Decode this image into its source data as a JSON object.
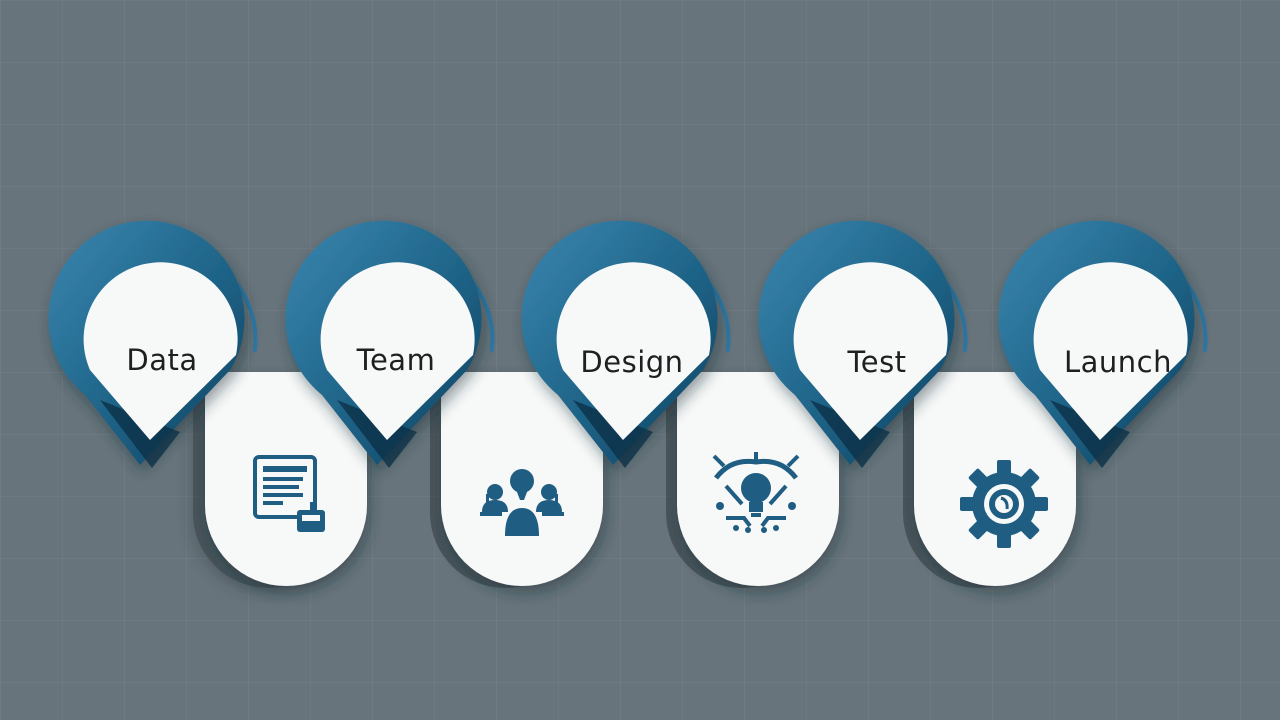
{
  "colors": {
    "background": "#67747b",
    "accent_dark": "#0f3f5d",
    "accent_mid": "#1e6387",
    "accent_light": "#3a86b0",
    "card": "#f7f8f8"
  },
  "steps": [
    {
      "label": "Data"
    },
    {
      "label": "Team"
    },
    {
      "label": "Design"
    },
    {
      "label": "Test"
    },
    {
      "label": "Launch"
    }
  ],
  "icons": [
    {
      "name": "data-document-icon"
    },
    {
      "name": "team-group-icon"
    },
    {
      "name": "design-lightbulb-icon"
    },
    {
      "name": "test-gear-icon"
    }
  ]
}
